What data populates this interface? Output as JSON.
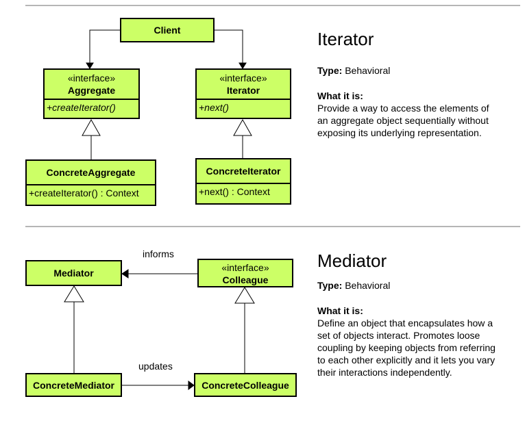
{
  "iterator": {
    "client": "Client",
    "aggregate": {
      "stereotype": "«interface»",
      "name": "Aggregate",
      "op": "+createIterator()"
    },
    "iterator": {
      "stereotype": "«interface»",
      "name": "Iterator",
      "op": "+next()"
    },
    "concrete_aggregate": {
      "name": "ConcreteAggregate",
      "op": "+createIterator() : Context"
    },
    "concrete_iterator": {
      "name": "ConcreteIterator",
      "op": "+next() : Context"
    },
    "title": "Iterator",
    "type_label": "Type:",
    "type_value": "Behavioral",
    "what_label": "What it is:",
    "description_lines": [
      "Provide a way to access the elements of",
      "an aggregate object sequentially without",
      "exposing its underlying representation."
    ]
  },
  "mediator": {
    "mediator": "Mediator",
    "colleague": {
      "stereotype": "«interface»",
      "name": "Colleague"
    },
    "concrete_mediator": "ConcreteMediator",
    "concrete_colleague": "ConcreteColleague",
    "informs": "informs",
    "updates": "updates",
    "title": "Mediator",
    "type_label": "Type:",
    "type_value": "Behavioral",
    "what_label": "What it is:",
    "description_lines": [
      "Define an object that encapsulates how a",
      "set of objects interact. Promotes loose",
      "coupling by keeping objects from referring",
      "to each other explicitly and it lets you vary",
      "their interactions independently."
    ]
  }
}
